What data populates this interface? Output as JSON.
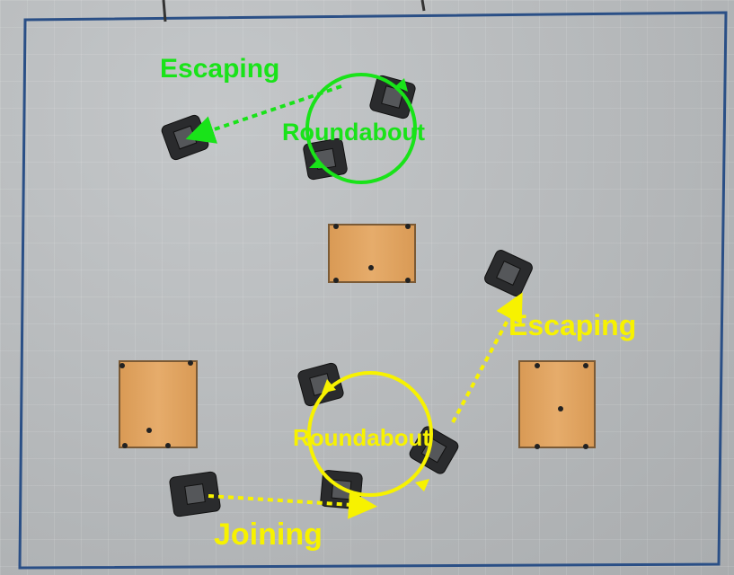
{
  "labels": {
    "green_escaping": "Escaping",
    "green_roundabout": "Roundabout",
    "yellow_escaping": "Escaping",
    "yellow_roundabout": "Roundabout",
    "yellow_joining": "Joining"
  },
  "colors": {
    "green": "#19e319",
    "yellow": "#f7f200",
    "boundary": "#2a4f86",
    "box": "#e2a866",
    "robot": "#2a2b2d"
  }
}
